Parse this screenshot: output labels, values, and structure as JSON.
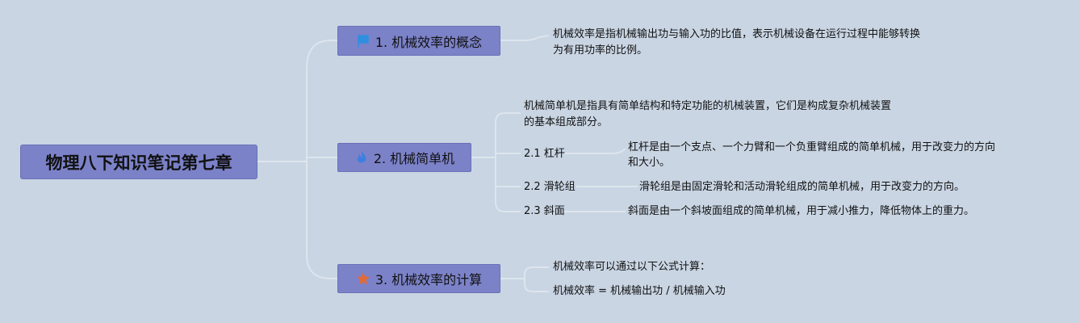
{
  "root": {
    "title": "物理八下知识笔记第七章"
  },
  "branches": [
    {
      "title": "1. 机械效率的概念",
      "icon": "flag-icon",
      "icon_color": "#2f8fe0",
      "notes": [
        {
          "lines": [
            "机械效率是指机械输出功与输入功的比值，表示机械设备在运行过程中能够转换",
            "为有用功率的比例。"
          ]
        }
      ]
    },
    {
      "title": "2. 机械简单机",
      "icon": "flame-icon",
      "icon_color": "#3d7fe0",
      "intro": {
        "lines": [
          "机械简单机是指具有简单结构和特定功能的机械装置，它们是构成复杂机械装置",
          "的基本组成部分。"
        ]
      },
      "children": [
        {
          "label": "2.1 杠杆",
          "lines": [
            "杠杆是由一个支点、一个力臂和一个负重臂组成的简单机械，用于改变力的方向",
            "和大小。"
          ]
        },
        {
          "label": "2.2 滑轮组",
          "lines": [
            "滑轮组是由固定滑轮和活动滑轮组成的简单机械，用于改变力的方向。"
          ]
        },
        {
          "label": "2.3 斜面",
          "lines": [
            "斜面是由一个斜坡面组成的简单机械，用于减小推力，降低物体上的重力。"
          ]
        }
      ]
    },
    {
      "title": "3. 机械效率的计算",
      "icon": "star-icon",
      "icon_color": "#e06a3a",
      "notes": [
        {
          "lines": [
            "机械效率可以通过以下公式计算："
          ]
        },
        {
          "lines": [
            "机械效率 = 机械输出功 / 机械输入功"
          ]
        }
      ]
    }
  ],
  "colors": {
    "line": "#dde5ee",
    "node_fill": "#7b82c8"
  }
}
